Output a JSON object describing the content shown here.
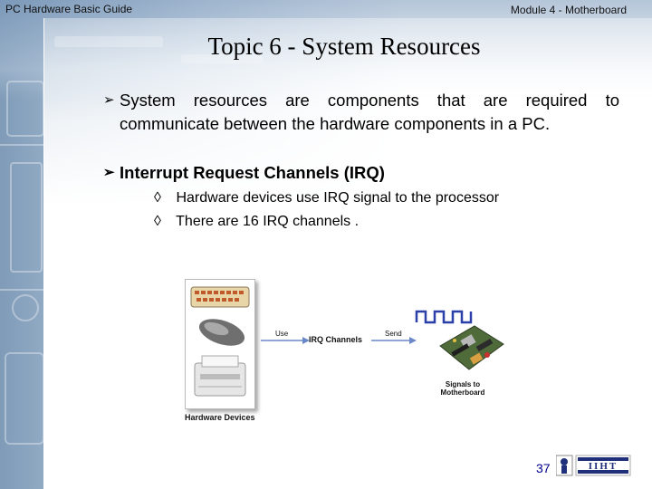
{
  "header": {
    "left_text": "PC Hardware Basic Guide",
    "right_text": "Module 4 - Motherboard"
  },
  "title": "Topic 6 - System Resources",
  "bullets": [
    {
      "marker": "➢",
      "text": "System resources are components that are required to communicate between the hardware components in a PC."
    },
    {
      "marker": "➢",
      "text": "Interrupt Request Channels (IRQ)"
    }
  ],
  "sub_bullets": [
    {
      "marker": "◊",
      "text": "Hardware devices use IRQ signal to the processor"
    },
    {
      "marker": "◊",
      "text": "There are 16 IRQ channels ."
    }
  ],
  "diagram": {
    "devices_label": "Hardware Devices",
    "use_label": "Use",
    "irq_label": "IRQ Channels",
    "send_label": "Send",
    "signals_label_line1": "Signals to",
    "signals_label_line2": "Motherboard"
  },
  "page_number": "37",
  "logo_text": "IIHT",
  "colors": {
    "page_number": "#00008b",
    "logo_bar": "#1f2f7a",
    "arrow": "#6a88c8"
  }
}
